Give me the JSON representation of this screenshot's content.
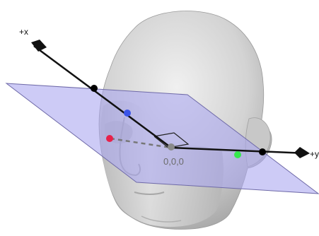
{
  "diagram": {
    "axis_x_label": "+x",
    "axis_y_label": "+y",
    "origin_label": "0,0,0",
    "colors": {
      "background": "#ffffff",
      "plane_fill": "#a9a6f0",
      "plane_stroke": "#6f6aa8",
      "axis": "#111111",
      "dashed_axis": "#777777",
      "head": "#cfcfcf",
      "marker_red": "#e8204a",
      "marker_blue": "#3a54e8",
      "marker_green": "#35e84c",
      "joint": "#000000",
      "origin_point": "#8a8a8a"
    },
    "icons": [
      "head-model",
      "transparent-plane",
      "diamond-axis-endpoint"
    ]
  }
}
